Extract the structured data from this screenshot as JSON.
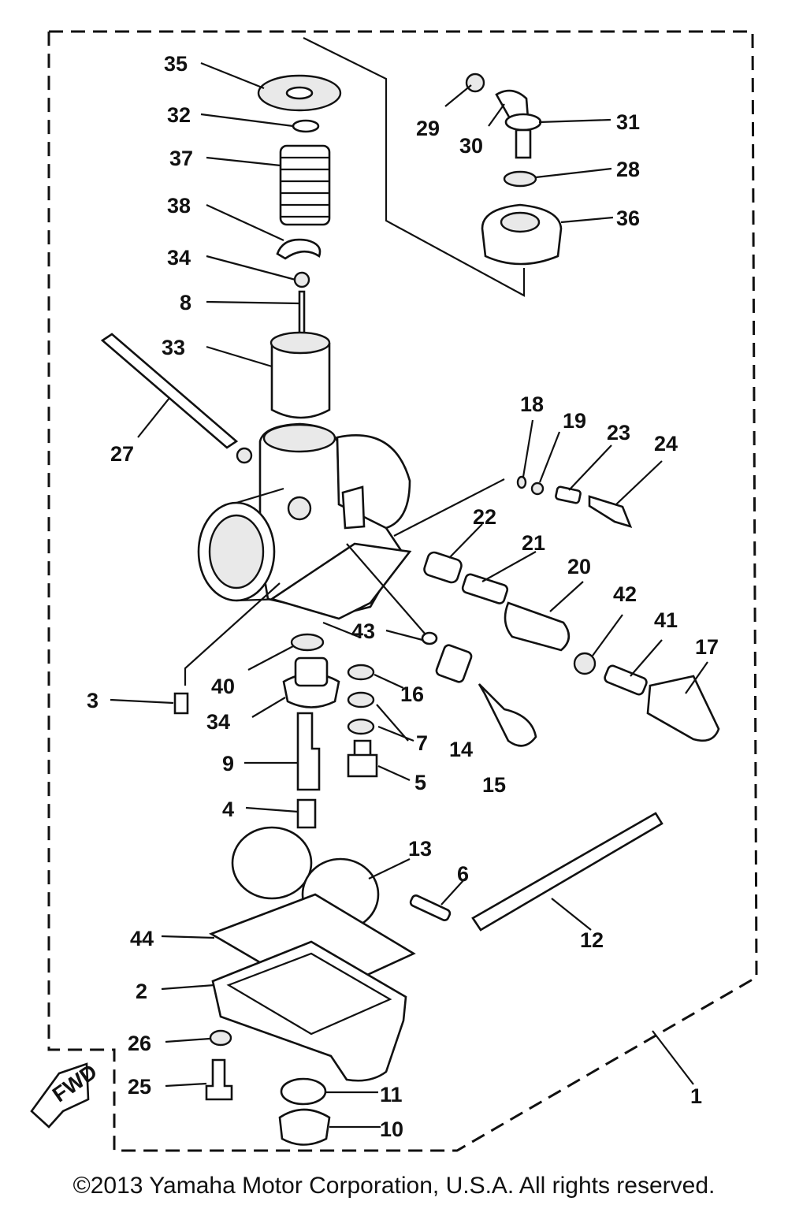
{
  "diagram": {
    "callouts": [
      "35",
      "32",
      "37",
      "38",
      "34",
      "8",
      "33",
      "27",
      "29",
      "30",
      "31",
      "28",
      "36",
      "18",
      "19",
      "23",
      "24",
      "22",
      "21",
      "20",
      "42",
      "41",
      "17",
      "43",
      "40",
      "16",
      "3",
      "34",
      "7",
      "14",
      "9",
      "5",
      "15",
      "4",
      "13",
      "6",
      "12",
      "44",
      "2",
      "26",
      "25",
      "11",
      "10",
      "1"
    ],
    "fwd_label": "FWD"
  },
  "copyright": "©2013 Yamaha Motor Corporation, U.S.A. All rights reserved."
}
